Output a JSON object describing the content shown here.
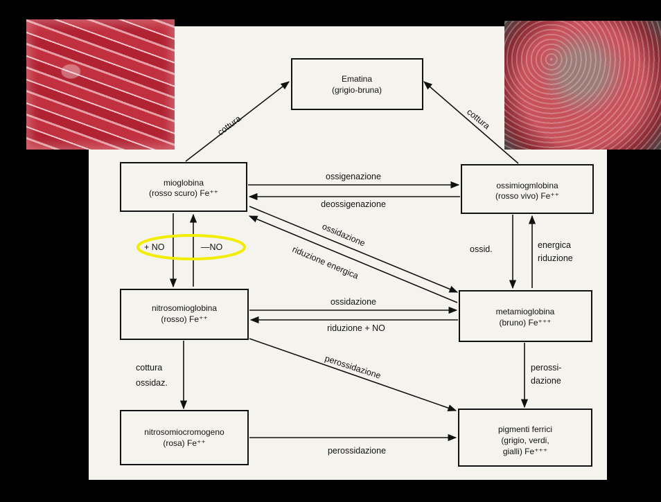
{
  "nodes": {
    "ematina": {
      "line1": "Ematina",
      "line2": "(grigio-bruna)"
    },
    "mioglobina": {
      "line1": "mioglobina",
      "line2": "(rosso scuro) Fe⁺⁺"
    },
    "ossimioglobina": {
      "line1": "ossimiogmlobina",
      "line2": "(rosso vivo) Fe⁺⁺"
    },
    "nitrosomioglobina": {
      "line1": "nitrosomioglobina",
      "line2": "(rosso) Fe⁺⁺"
    },
    "metamioglobina": {
      "line1": "metamioglobina",
      "line2": "(bruno) Fe⁺⁺⁺"
    },
    "nitrosomiocromogeno": {
      "line1": "nitrosomiocromogeno",
      "line2": "(rosa) Fe⁺⁺"
    },
    "pigmenti": {
      "line1": "pigmenti ferrici",
      "line2": "(grigio, verdi,",
      "line3": "gialli) Fe⁺⁺⁺"
    }
  },
  "edges": {
    "cottura_left": "cottura",
    "cottura_right": "cottura",
    "ossigenazione": "ossigenazione",
    "deossigenazione": "deossigenazione",
    "ossidazione_diag": "ossidazione",
    "riduzione_energica": "riduzione energica",
    "plus_no": "+ NO",
    "minus_no": "—NO",
    "ossid": "ossid.",
    "energica": "energica",
    "riduzione": "riduzione",
    "ossidazione_mid": "ossidazione",
    "riduzione_no": "riduzione + NO",
    "cottura_ossidaz_1": "cottura",
    "cottura_ossidaz_2": "ossidaz.",
    "perossidazione_diag": "perossidazione",
    "perossi_1": "perossi-",
    "perossi_2": "dazione",
    "perossidazione_bottom": "perossidazione"
  },
  "colors": {
    "highlight": "#f2ee00",
    "ink": "#111111",
    "paper": "#f5f3ee"
  }
}
